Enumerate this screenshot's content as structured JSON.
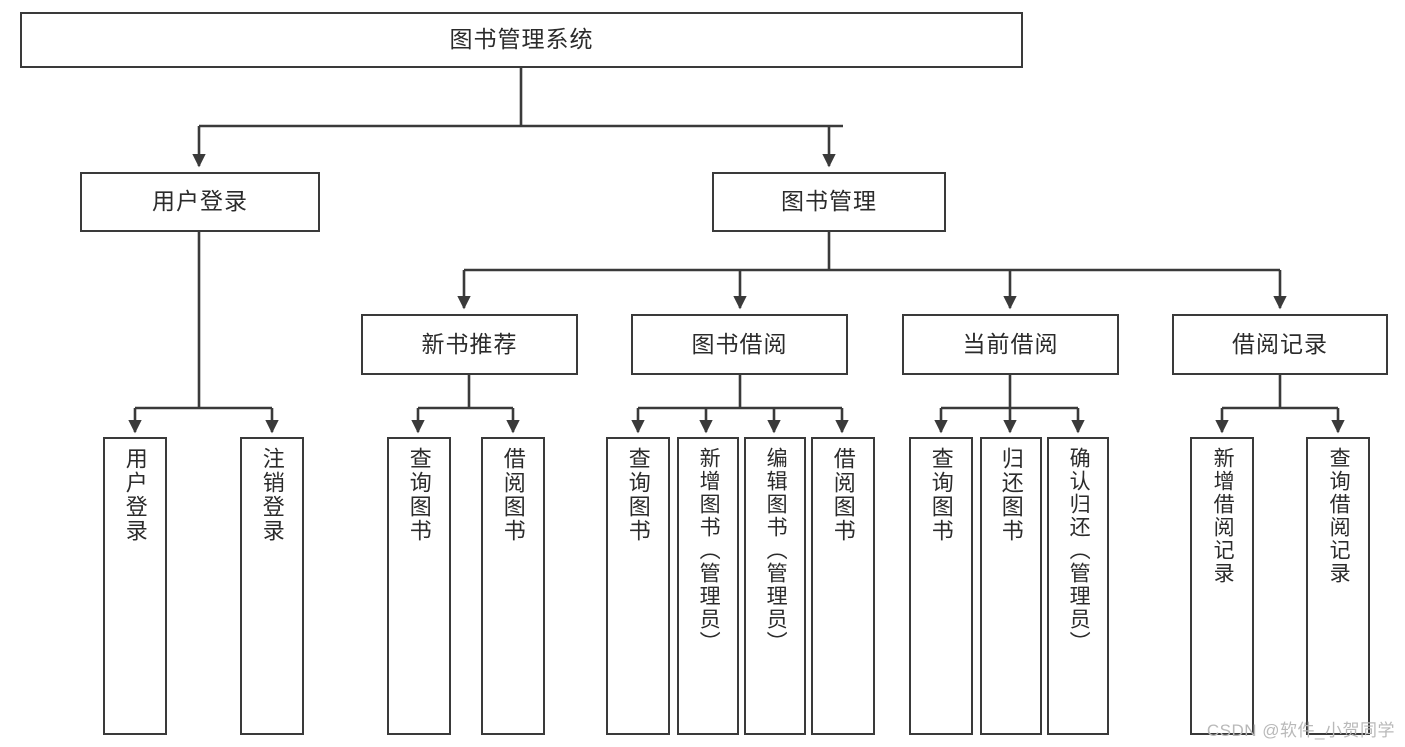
{
  "diagram": {
    "title": "图书管理系统",
    "type": "hierarchy-tree",
    "root": {
      "label": "图书管理系统"
    },
    "level1": [
      {
        "label": "用户登录"
      },
      {
        "label": "图书管理"
      }
    ],
    "level2": [
      {
        "label": "新书推荐"
      },
      {
        "label": "图书借阅"
      },
      {
        "label": "当前借阅"
      },
      {
        "label": "借阅记录"
      }
    ],
    "leaves": {
      "user_login": [
        {
          "label": "用户登录"
        },
        {
          "label": "注销登录"
        }
      ],
      "new_book_recommend": [
        {
          "label": "查询图书"
        },
        {
          "label": "借阅图书"
        }
      ],
      "book_borrow": [
        {
          "label": "查询图书"
        },
        {
          "label": "新增图书（管理员）"
        },
        {
          "label": "编辑图书（管理员）"
        },
        {
          "label": "借阅图书"
        }
      ],
      "current_borrow": [
        {
          "label": "查询图书"
        },
        {
          "label": "归还图书"
        },
        {
          "label": "确认归还（管理员）"
        }
      ],
      "borrow_record": [
        {
          "label": "新增借阅记录"
        },
        {
          "label": "查询借阅记录"
        }
      ]
    }
  },
  "watermark": {
    "text": "CSDN @软件_小贺同学"
  },
  "colors": {
    "border": "#3a3a3a",
    "text": "#2b2b2b",
    "background": "#ffffff",
    "watermark": "#b9b9b9"
  }
}
